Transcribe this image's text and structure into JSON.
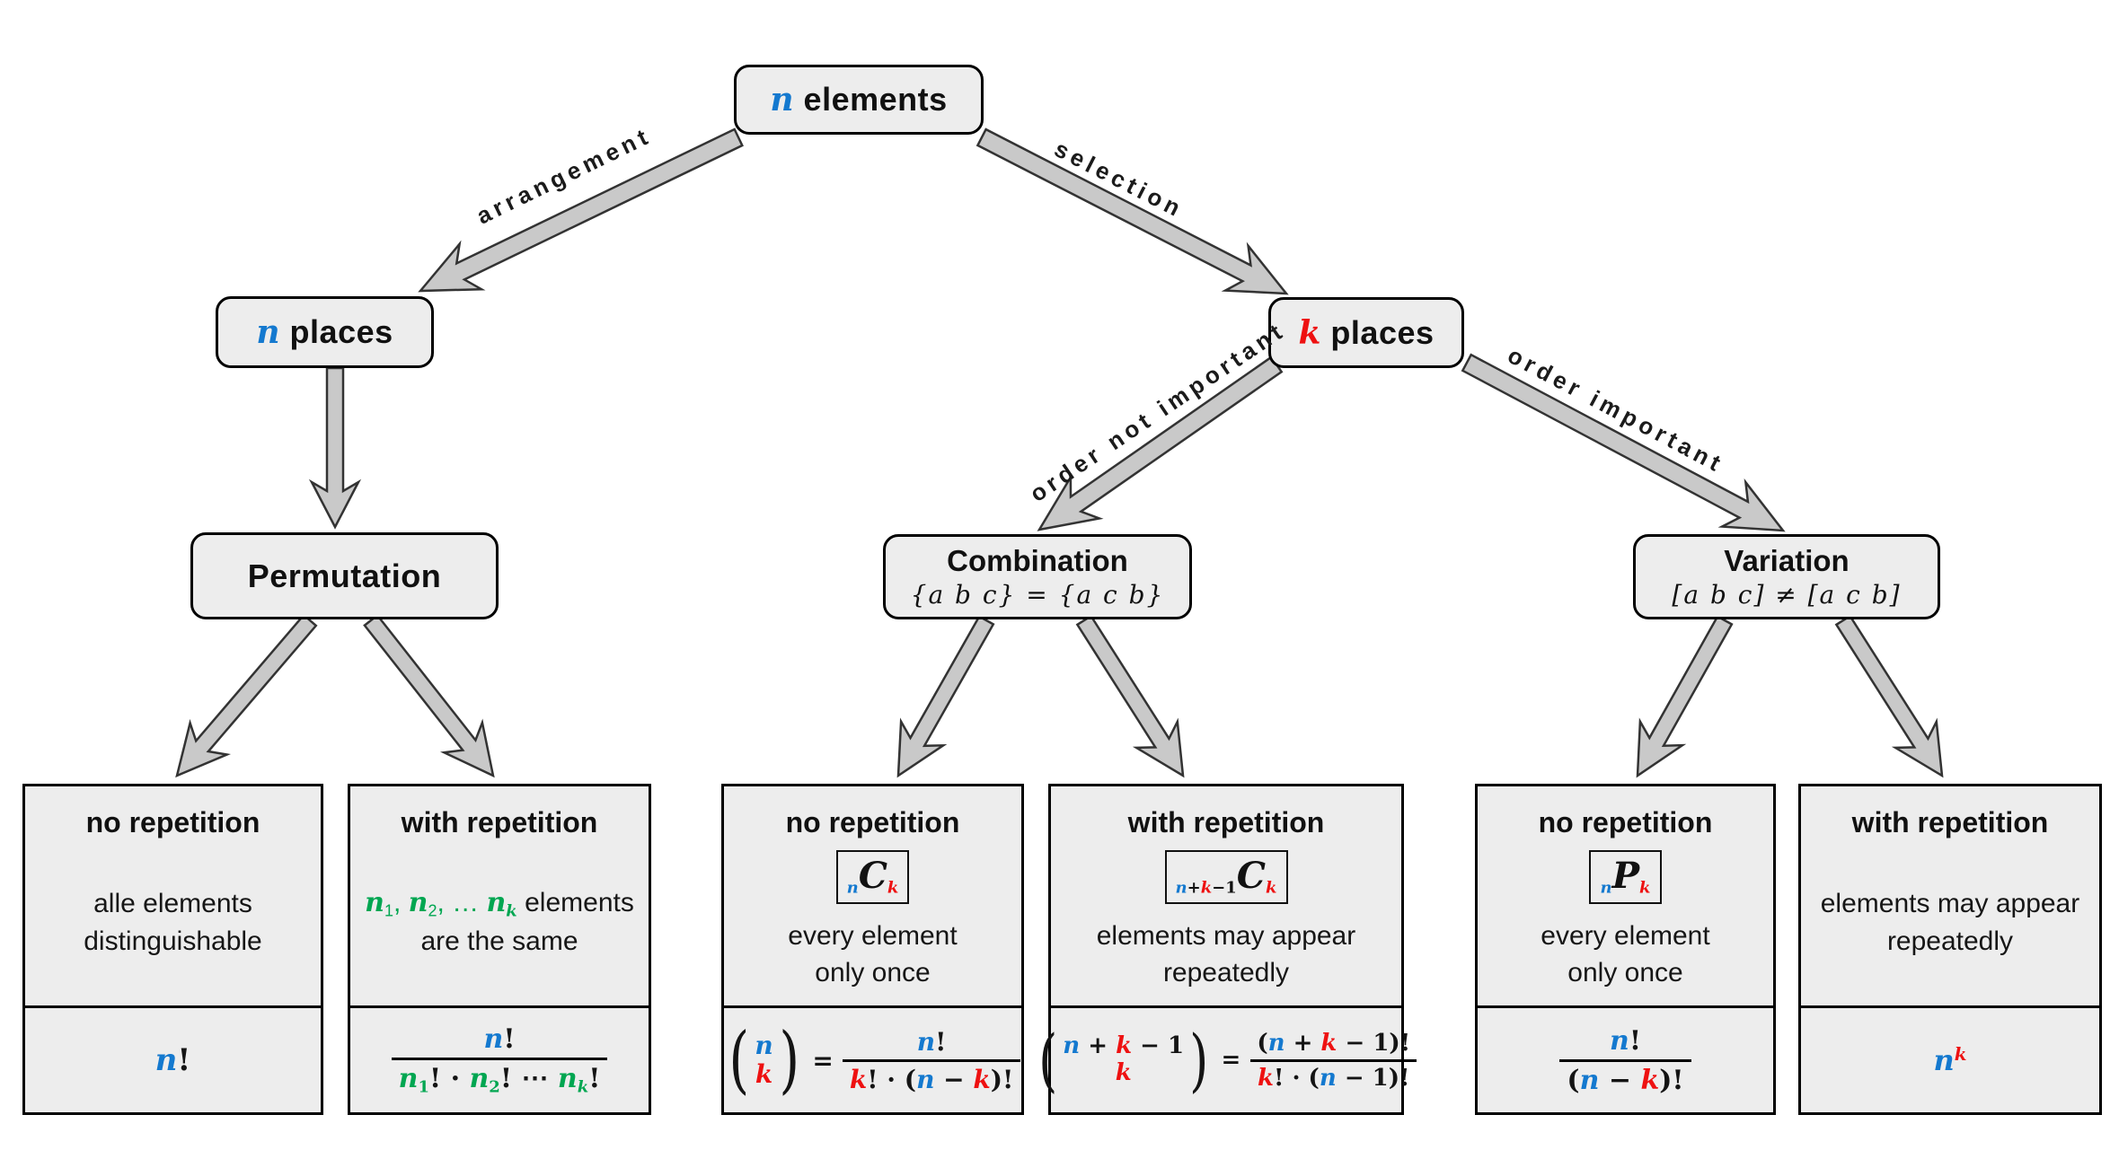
{
  "colors": {
    "blue": "#1479cf",
    "red": "#ee1111",
    "green": "#00a651",
    "box_fill": "#ededed",
    "arrow_fill": "#c9c9c9"
  },
  "symbols": {
    "lp": "(",
    "rp": ")",
    "eq": "="
  },
  "edges": {
    "arrangement": "arrangement",
    "selection": "selection",
    "order_not_important": "order not important",
    "order_important": "order important"
  },
  "nodes": {
    "root": {
      "title": [
        {
          "t": "n",
          "c": "blue",
          "i": 1
        },
        {
          "t": " elements"
        }
      ]
    },
    "n_places": {
      "title": [
        {
          "t": "n",
          "c": "blue",
          "i": 1
        },
        {
          "t": " places"
        }
      ]
    },
    "k_places": {
      "title": [
        {
          "t": "k",
          "c": "red",
          "i": 1
        },
        {
          "t": " places"
        }
      ]
    },
    "permutation": {
      "title": [
        {
          "t": "Permutation"
        }
      ]
    },
    "combination": {
      "title": [
        {
          "t": "Combination"
        }
      ],
      "subtitle": "{a b c} = {a c b}"
    },
    "variation": {
      "title": [
        {
          "t": "Variation"
        }
      ],
      "subtitle": "[a b c] ≠ [a c b]"
    }
  },
  "leaves": [
    {
      "title": "no repetition",
      "desc1": [
        {
          "t": "alle elements"
        }
      ],
      "desc2": [
        {
          "t": "distinguishable"
        }
      ],
      "formula": {
        "plain": [
          {
            "t": "n",
            "c": "blue",
            "i": 1
          },
          {
            "t": "!"
          }
        ]
      }
    },
    {
      "title": "with repetition",
      "desc1": [
        {
          "t": "n",
          "c": "green",
          "i": 1
        },
        {
          "t": "1",
          "c": "green",
          "k": "sub"
        },
        {
          "t": ", ",
          "c": "green"
        },
        {
          "t": "n",
          "c": "green",
          "i": 1
        },
        {
          "t": "2",
          "c": "green",
          "k": "sub"
        },
        {
          "t": ", … ",
          "c": "green"
        },
        {
          "t": "n",
          "c": "green",
          "i": 1
        },
        {
          "t": "k",
          "c": "green",
          "i": 1,
          "k": "sub"
        },
        {
          "t": " elements"
        }
      ],
      "desc2": [
        {
          "t": "are the same"
        }
      ],
      "formula": {
        "num": [
          {
            "t": "n",
            "c": "blue",
            "i": 1
          },
          {
            "t": "!"
          }
        ],
        "den": [
          {
            "t": "n",
            "c": "green",
            "i": 1
          },
          {
            "t": "1",
            "c": "green",
            "k": "sub"
          },
          {
            "t": "! · "
          },
          {
            "t": "n",
            "c": "green",
            "i": 1
          },
          {
            "t": "2",
            "c": "green",
            "k": "sub"
          },
          {
            "t": "! ⋯ "
          },
          {
            "t": "n",
            "c": "green",
            "i": 1
          },
          {
            "t": "k",
            "c": "green",
            "i": 1,
            "k": "sub"
          },
          {
            "t": "!"
          }
        ]
      }
    },
    {
      "title": "no repetition",
      "badge": [
        {
          "t": "n",
          "c": "blue",
          "i": 1,
          "k": "sub"
        },
        {
          "t": "C",
          "i": 1,
          "k": "big"
        },
        {
          "t": "k",
          "c": "red",
          "i": 1,
          "k": "sub"
        }
      ],
      "desc1": [
        {
          "t": "every element"
        }
      ],
      "desc2": [
        {
          "t": "only once"
        }
      ],
      "formula": {
        "bt": [
          {
            "t": "n",
            "c": "blue",
            "i": 1
          }
        ],
        "bb": [
          {
            "t": "k",
            "c": "red",
            "i": 1
          }
        ],
        "num": [
          {
            "t": "n",
            "c": "blue",
            "i": 1
          },
          {
            "t": "!"
          }
        ],
        "den": [
          {
            "t": "k",
            "c": "red",
            "i": 1
          },
          {
            "t": "! · ("
          },
          {
            "t": "n",
            "c": "blue",
            "i": 1
          },
          {
            "t": " − "
          },
          {
            "t": "k",
            "c": "red",
            "i": 1
          },
          {
            "t": ")!"
          }
        ]
      }
    },
    {
      "title": "with repetition",
      "badge": [
        {
          "t": "n",
          "c": "blue",
          "i": 1,
          "k": "sub"
        },
        {
          "t": "+",
          "k": "sub"
        },
        {
          "t": "k",
          "c": "red",
          "i": 1,
          "k": "sub"
        },
        {
          "t": "−1",
          "k": "sub"
        },
        {
          "t": "C",
          "i": 1,
          "k": "big"
        },
        {
          "t": "k",
          "c": "red",
          "i": 1,
          "k": "sub"
        }
      ],
      "desc1": [
        {
          "t": "elements may appear"
        }
      ],
      "desc2": [
        {
          "t": "repeatedly"
        }
      ],
      "formula": {
        "bt": [
          {
            "t": "n",
            "c": "blue",
            "i": 1
          },
          {
            "t": " + "
          },
          {
            "t": "k",
            "c": "red",
            "i": 1
          },
          {
            "t": " − 1"
          }
        ],
        "bb": [
          {
            "t": "k",
            "c": "red",
            "i": 1
          }
        ],
        "num": [
          {
            "t": "("
          },
          {
            "t": "n",
            "c": "blue",
            "i": 1
          },
          {
            "t": " + "
          },
          {
            "t": "k",
            "c": "red",
            "i": 1
          },
          {
            "t": " − 1"
          },
          {
            "t": ")!"
          }
        ],
        "den": [
          {
            "t": "k",
            "c": "red",
            "i": 1
          },
          {
            "t": "! · ("
          },
          {
            "t": "n",
            "c": "blue",
            "i": 1
          },
          {
            "t": " − 1"
          },
          {
            "t": ")!"
          }
        ]
      }
    },
    {
      "title": "no repetition",
      "badge": [
        {
          "t": "n",
          "c": "blue",
          "i": 1,
          "k": "sub"
        },
        {
          "t": "P",
          "i": 1,
          "k": "big"
        },
        {
          "t": "k",
          "c": "red",
          "i": 1,
          "k": "sub"
        }
      ],
      "desc1": [
        {
          "t": "every element"
        }
      ],
      "desc2": [
        {
          "t": "only once"
        }
      ],
      "formula": {
        "num": [
          {
            "t": "n",
            "c": "blue",
            "i": 1
          },
          {
            "t": "!"
          }
        ],
        "den": [
          {
            "t": "("
          },
          {
            "t": "n",
            "c": "blue",
            "i": 1
          },
          {
            "t": " − "
          },
          {
            "t": "k",
            "c": "red",
            "i": 1
          },
          {
            "t": ")!"
          }
        ]
      }
    },
    {
      "title": "with repetition",
      "desc1": [
        {
          "t": "elements may appear"
        }
      ],
      "desc2": [
        {
          "t": "repeatedly"
        }
      ],
      "formula": {
        "plain": [
          {
            "t": "n",
            "c": "blue",
            "i": 1
          },
          {
            "t": "k",
            "c": "red",
            "i": 1,
            "k": "sup"
          }
        ]
      }
    }
  ]
}
